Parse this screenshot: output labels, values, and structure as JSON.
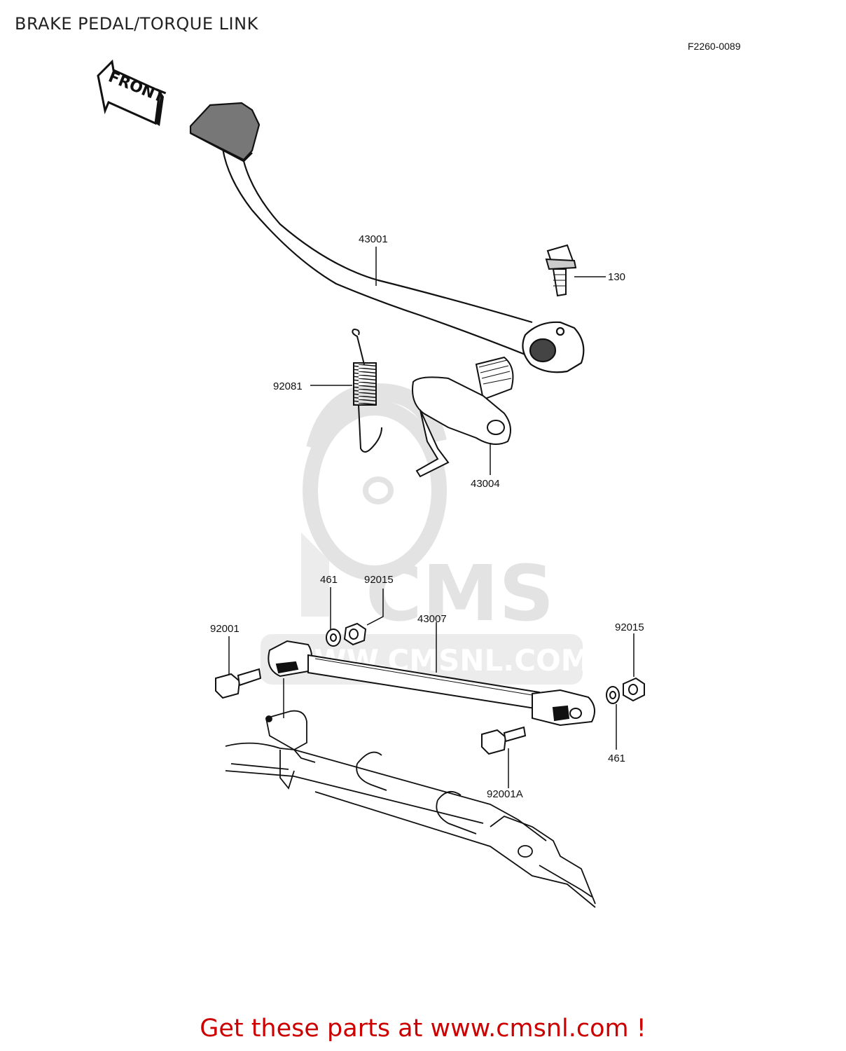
{
  "header": {
    "title": "BRAKE PEDAL/TORQUE LINK",
    "reference_code": "F2260-0089"
  },
  "diagram": {
    "front_arrow_label": "FRONT",
    "part_labels": {
      "brake_pedal": "43001",
      "bolt": "130",
      "spring": "92081",
      "lever": "43004",
      "washer_left": "461",
      "nut_left": "92015",
      "torque_link": "43007",
      "bolt_left": "92001",
      "nut_right": "92015",
      "washer_right": "461",
      "bolt_right": "92001A"
    }
  },
  "watermark": {
    "brand": "CMS",
    "site": "WWW.CMSNL.COM"
  },
  "footer": {
    "cta": "Get these parts at www.cmsnl.com !"
  },
  "colors": {
    "footer_text": "#cc0000",
    "watermark": "#e3e3e3",
    "line_art": "#111111"
  }
}
